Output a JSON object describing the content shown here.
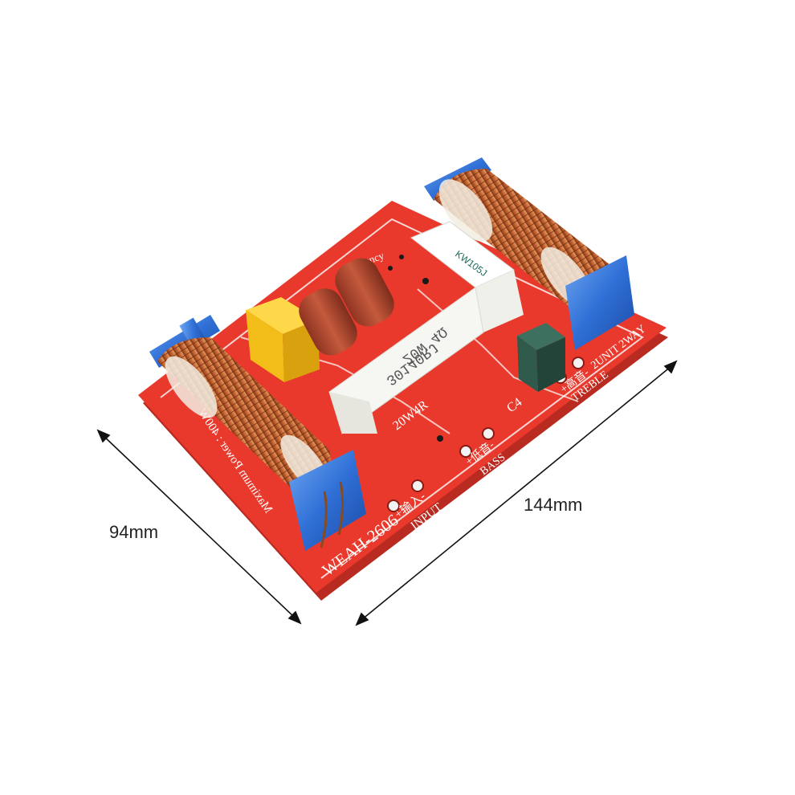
{
  "dimensions": {
    "width_label": "94mm",
    "length_label": "144mm"
  },
  "pcb": {
    "board_color": "#e8392c",
    "model_label": "WEAH-2606",
    "power_label": "Maximum Power : 400W",
    "input_label": "INPUT",
    "input_cn": "+输入-",
    "bass_label": "BASS",
    "bass_cn": "+低音-",
    "treble_label": "TREBLE",
    "treble_cn": "+高音-",
    "config_label": "2UNIT 2WAY",
    "resistor_label": "20W4R",
    "cap_label": "C4",
    "edge_text": "ency"
  },
  "resistor": {
    "line1": "30140RJ",
    "line2": "20W 4Ω",
    "top_text": "KW105J"
  },
  "colors": {
    "copper": "#c86a3a",
    "bobbin_blue": "#2f6fd6",
    "yellow_cap": "#f6c51c",
    "film_cap": "#b34a32",
    "green_cap": "#2f5a4c",
    "ceramic": "#f4f4f0"
  }
}
